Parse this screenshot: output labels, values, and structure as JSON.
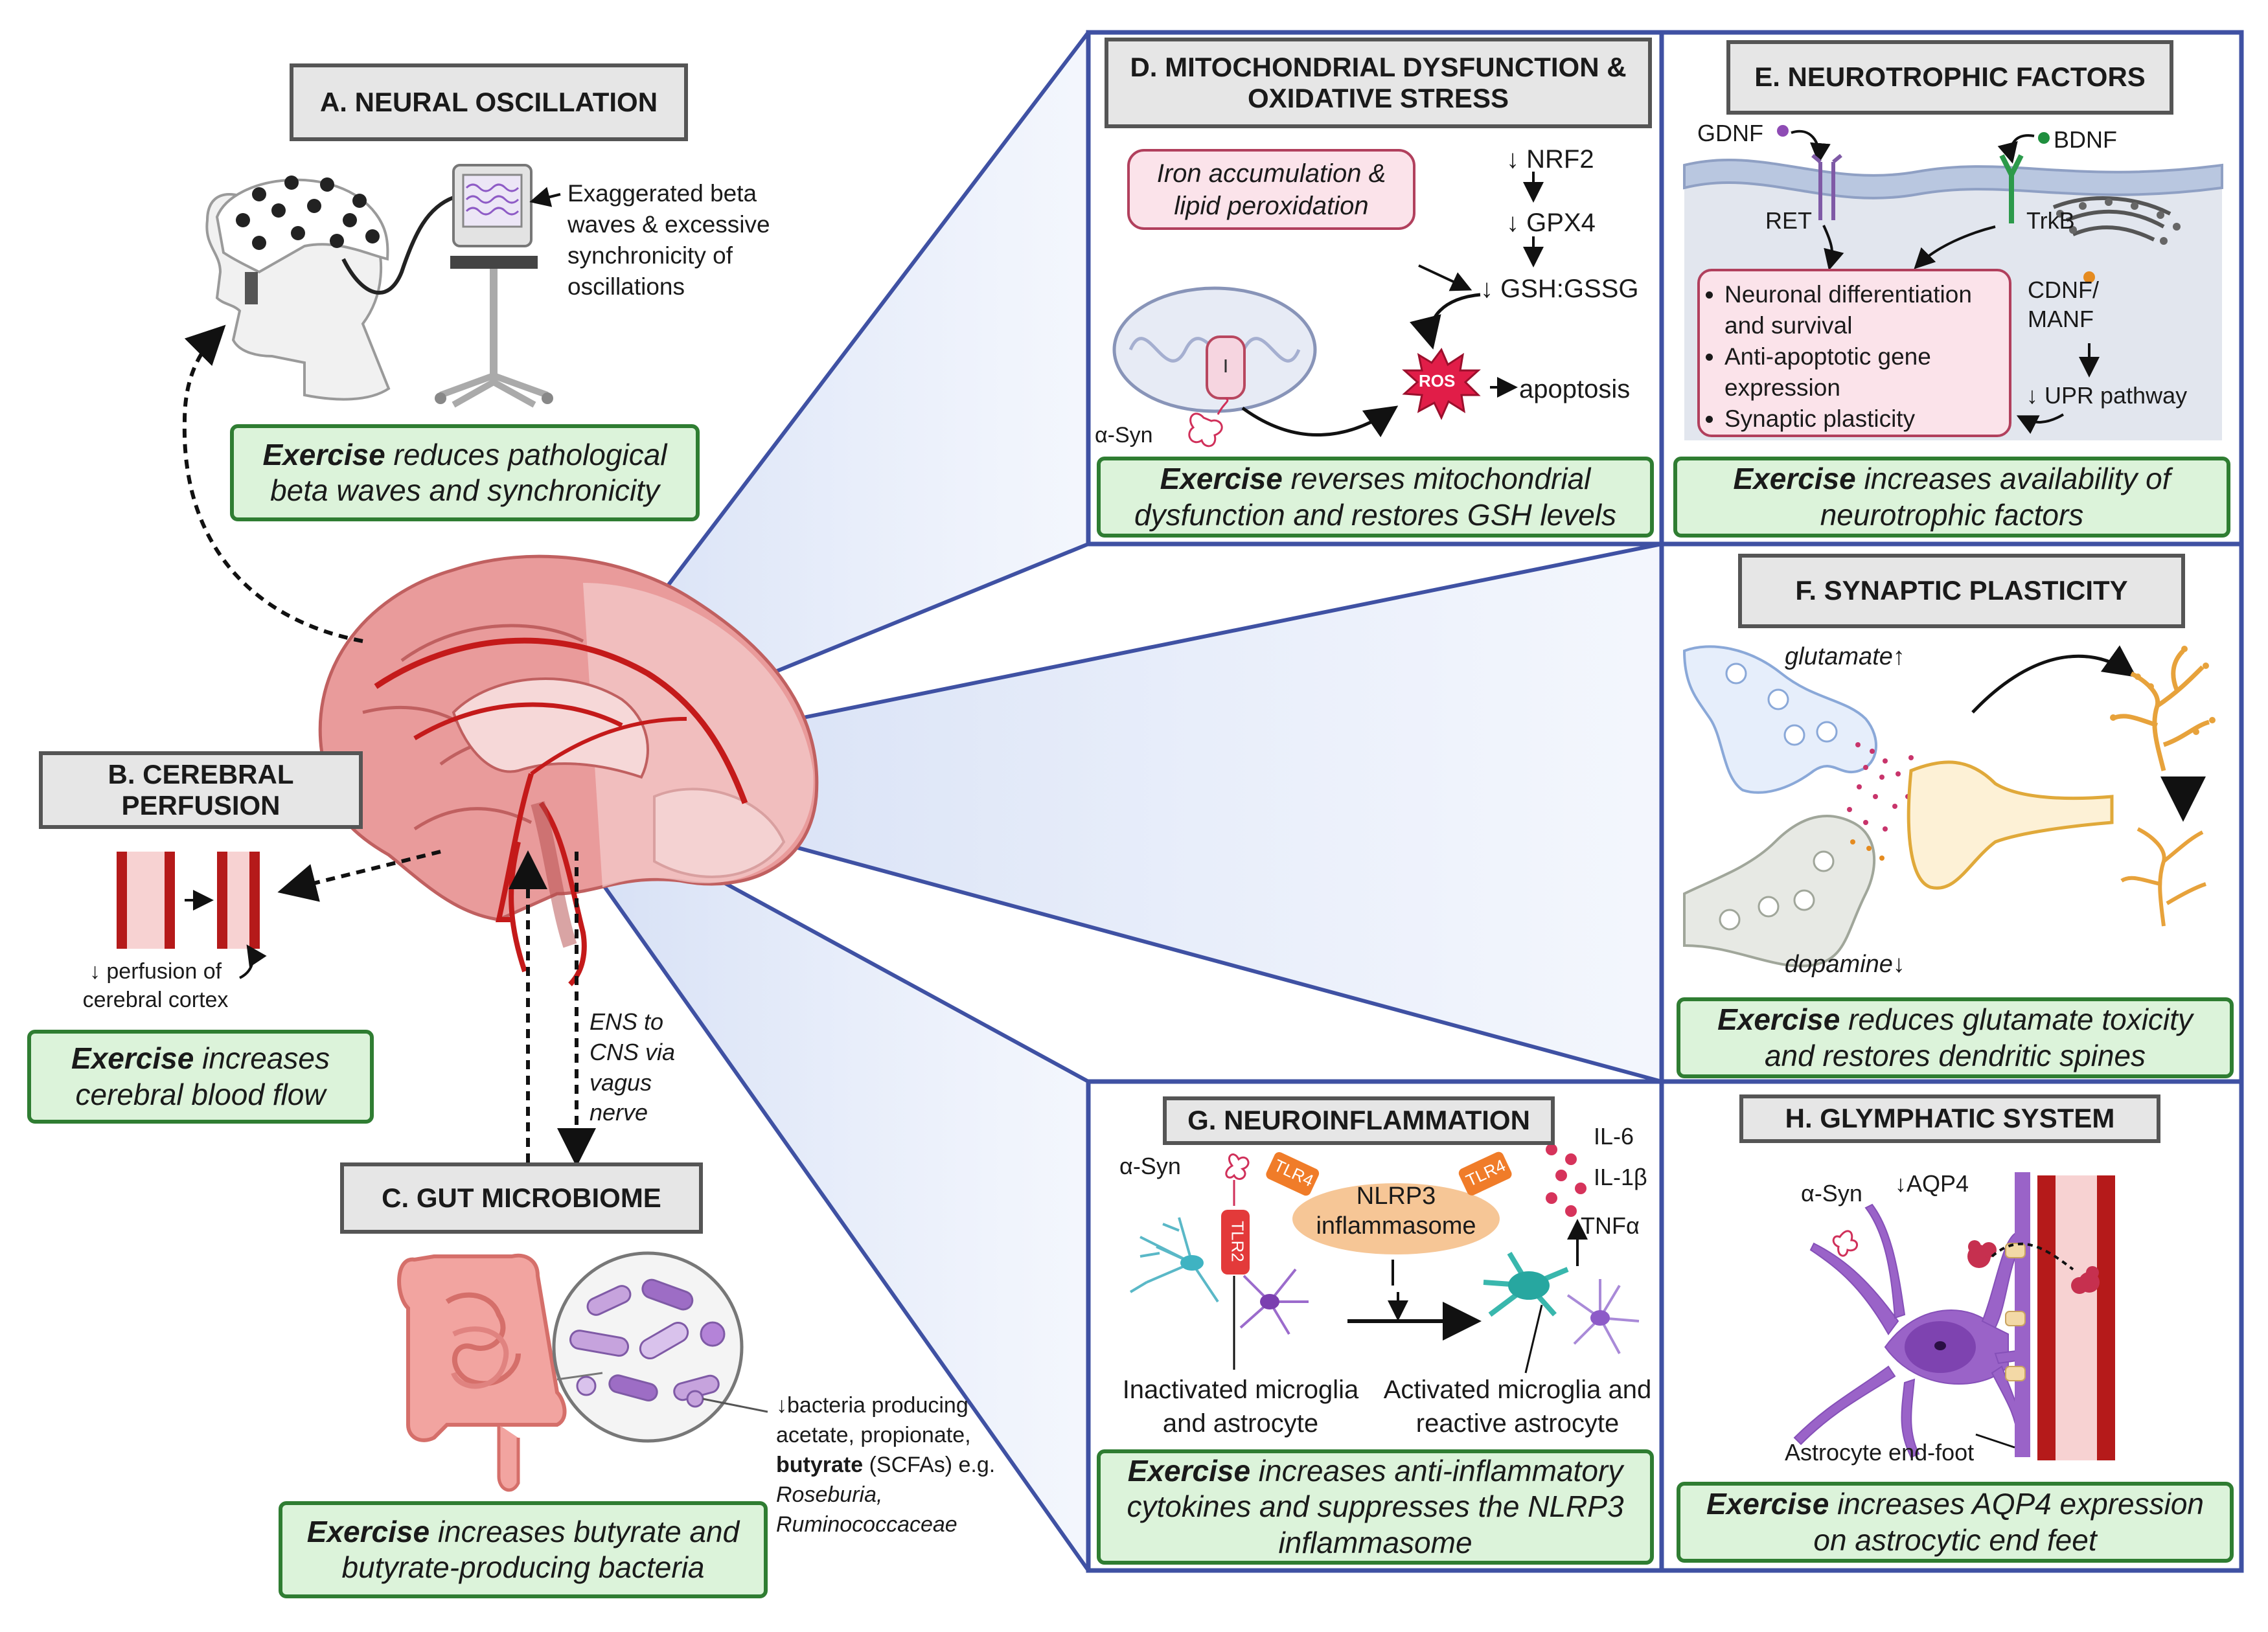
{
  "panels": {
    "a": {
      "title": "A. NEURAL OSCILLATION",
      "note": "Exaggerated beta waves & excessive synchronicity of oscillations",
      "exercise_bold": "Exercise",
      "exercise_rest": " reduces pathological beta waves and synchronicity"
    },
    "b": {
      "title": "B. CEREBRAL PERFUSION",
      "note": "↓ perfusion of cerebral cortex",
      "exercise_bold": "Exercise",
      "exercise_rest": " increases cerebral blood flow"
    },
    "c": {
      "title": "C. GUT MICROBIOME",
      "note_pre": "↓bacteria producing acetate, propionate, ",
      "note_bold": "butyrate",
      "note_mid": " (SCFAs) e.g. ",
      "note_ital": "Roseburia, Ruminococcaceae",
      "exercise_bold": "Exercise",
      "exercise_rest": " increases butyrate and butyrate-producing bacteria"
    },
    "d": {
      "title": "D. MITOCHONDRIAL DYSFUNCTION & OXIDATIVE STRESS",
      "iron": "Iron accumulation & lipid peroxidation",
      "nrf2": "↓ NRF2",
      "gpx4": "↓ GPX4",
      "gsh": "↓ GSH:GSSG",
      "ros": "ROS",
      "apoptosis": "apoptosis",
      "asyn": "α-Syn",
      "exercise_bold": "Exercise",
      "exercise_rest": " reverses mitochondrial dysfunction and restores GSH levels"
    },
    "e": {
      "title": "E. NEUROTROPHIC FACTORS",
      "gdnf": "GDNF",
      "bdnf": "BDNF",
      "ret": "RET",
      "trkb": "TrkB",
      "cdnf": "CDNF/ MANF",
      "upr": "↓ UPR pathway",
      "bullets": [
        "Neuronal differentiation and survival",
        "Anti-apoptotic gene expression",
        "Synaptic plasticity"
      ],
      "exercise_bold": "Exercise",
      "exercise_rest": " increases availability of neurotrophic factors"
    },
    "f": {
      "title": "F. SYNAPTIC PLASTICITY",
      "glutamate": "glutamate↑",
      "dopamine": "dopamine↓",
      "exercise_bold": "Exercise",
      "exercise_rest": " reduces glutamate toxicity and restores dendritic spines"
    },
    "g": {
      "title": "G. NEUROINFLAMMATION",
      "asyn": "α-Syn",
      "tlr4": "TLR4",
      "tlr2": "TLR2",
      "nlrp3": "NLRP3 inflammasome",
      "il6": "IL-6",
      "il1b": "IL-1β",
      "tnfa": "TNFα",
      "inactive": "Inactivated microglia and astrocyte",
      "active": "Activated microglia and reactive astrocyte",
      "exercise_bold": "Exercise",
      "exercise_rest": " increases anti-inflammatory cytokines and suppresses the NLRP3 inflammasome"
    },
    "h": {
      "title": "H. GLYMPHATIC SYSTEM",
      "asyn": "α-Syn",
      "aqp4": "↓AQP4",
      "endfoot": "Astrocyte end-foot",
      "exercise_bold": "Exercise",
      "exercise_rest": " increases AQP4 expression on astrocytic end feet"
    }
  },
  "ens_label": "ENS to CNS via vagus nerve",
  "colors": {
    "exercise_fill": "#dcf3da",
    "exercise_border": "#2f7d32",
    "panel_border": "#3f51a3",
    "title_fill": "#e6e6e6",
    "brain": "#e8a0a0",
    "vessel": "#c41a1a"
  }
}
